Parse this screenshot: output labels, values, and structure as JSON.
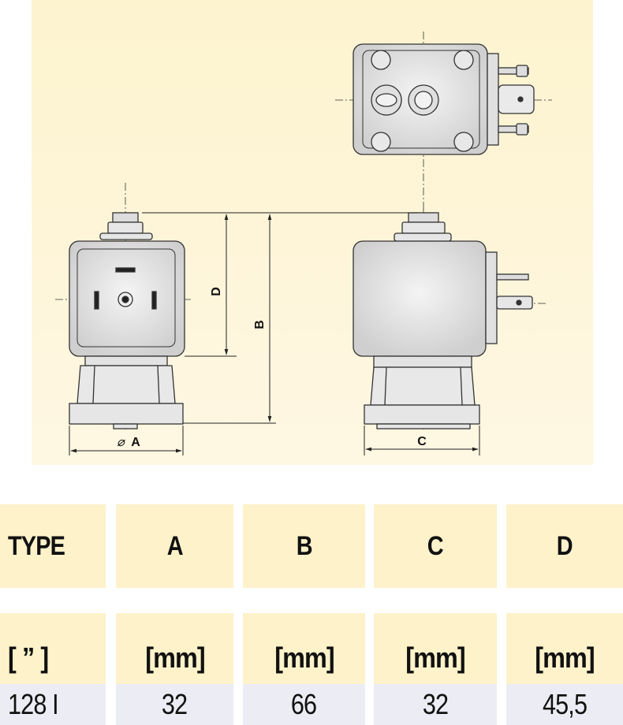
{
  "drawing": {
    "dimension_labels": {
      "a": "A",
      "b": "B",
      "c": "C",
      "d": "D",
      "diameter_symbol": "⌀"
    },
    "colors": {
      "background": "#fdf3d0",
      "body_fill": "#e4e4e4",
      "outline": "#333333"
    }
  },
  "table": {
    "headers": [
      "TYPE",
      "A",
      "B",
      "C",
      "D"
    ],
    "units": [
      "[ ” ]",
      "[mm]",
      "[mm]",
      "[mm]",
      "[mm]"
    ],
    "rows": [
      [
        "128 I",
        "32",
        "66",
        "32",
        "45,5"
      ]
    ],
    "colors": {
      "header_bg": "#fdf2c9",
      "row_bg": "#ececf4"
    }
  }
}
